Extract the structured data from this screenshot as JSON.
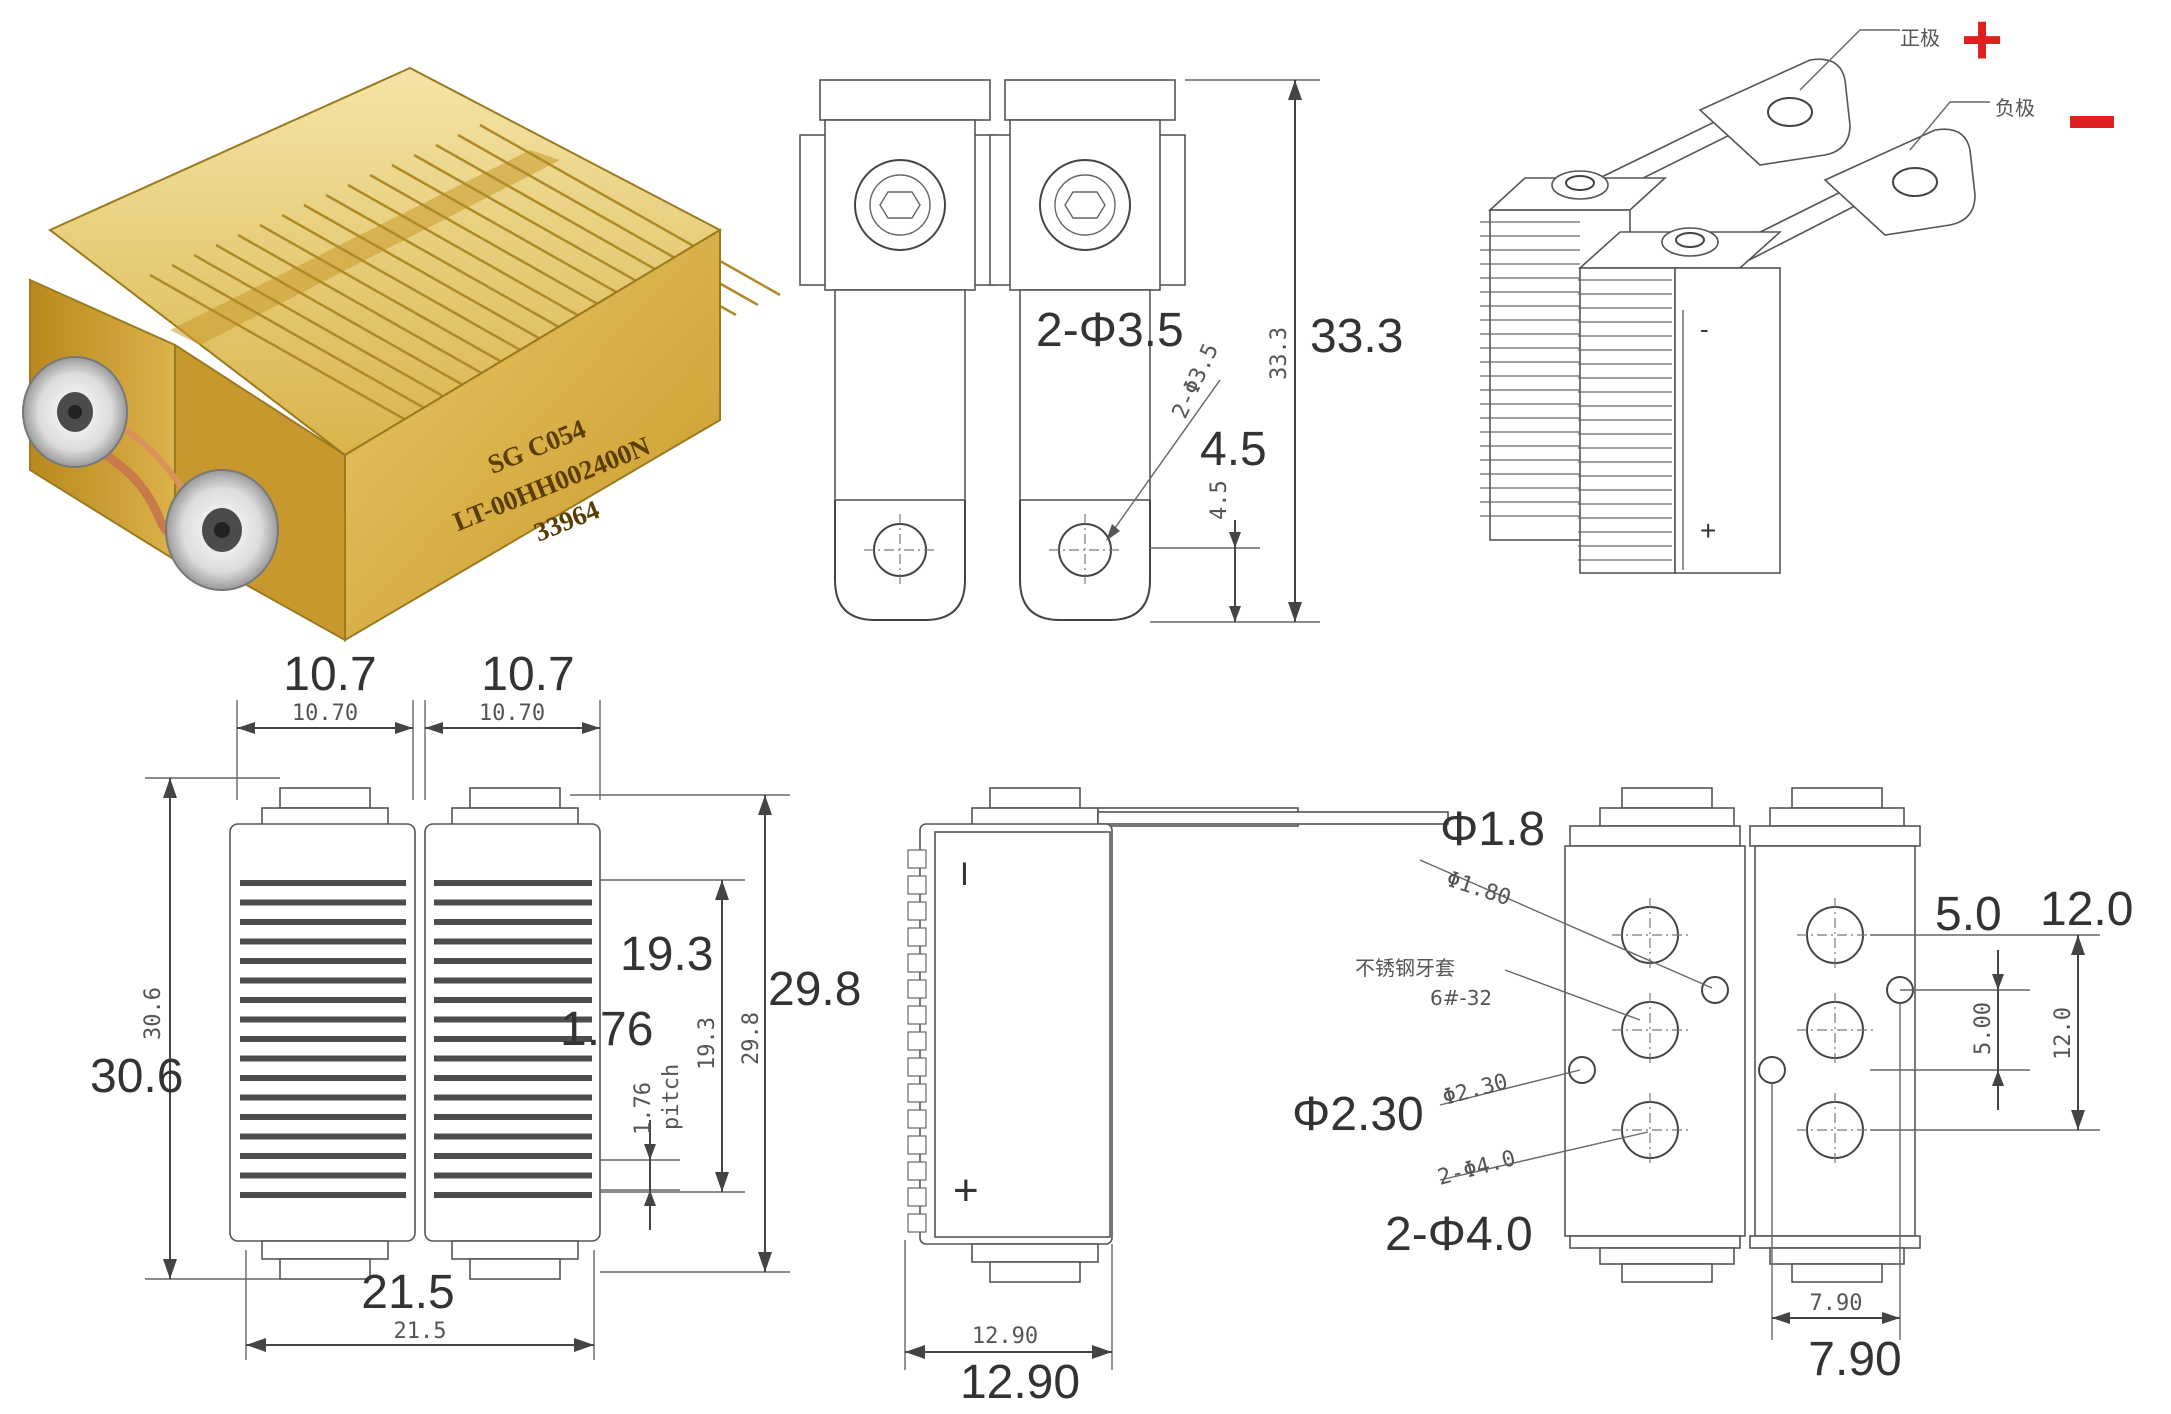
{
  "photo": {
    "print_line1": "SG C054",
    "print_line2": "LT-00HH002400N",
    "print_line3": "33964",
    "colors": {
      "gold": "#d9b44a",
      "gold_dark": "#a88420",
      "copper": "#c87a4a"
    }
  },
  "top_view": {
    "big_hole": "2-Φ3.5",
    "big_height": "33.3",
    "big_offset": "4.5",
    "small_hole": "2-Φ3.5",
    "small_height": "33.3",
    "small_offset": "4.5"
  },
  "iso_view": {
    "label_pos": "正极",
    "label_neg": "负极",
    "pos_symbol": "+",
    "neg_symbol": "−",
    "minus_mark": "-",
    "plus_mark": "+",
    "colors": {
      "accent": "#e02020"
    }
  },
  "front_view": {
    "big_w1": "10.7",
    "big_w2": "10.7",
    "small_w1": "10.70",
    "small_w2": "10.70",
    "big_h": "30.6",
    "small_h": "30.6",
    "big_inner": "19.3",
    "small_inner": "19.3",
    "big_pitch": "1.76",
    "small_pitch": "1.76",
    "small_pitch_word": "pitch",
    "big_total_h": "29.8",
    "small_total_h": "29.8",
    "big_width": "21.5",
    "small_width": "21.5"
  },
  "side_view": {
    "minus_mark": "I",
    "plus_mark": "+",
    "big_depth": "12.90",
    "small_depth": "12.90"
  },
  "terminal_view": {
    "big_phi18": "Φ1.8",
    "small_phi18": "Φ1.80",
    "cn_note1": "不锈钢牙套",
    "cn_note2": "6#-32",
    "big_phi230": "Φ2.30",
    "small_phi230": "Φ2.30",
    "big_phi40": "2-Φ4.0",
    "small_phi40": "2-Φ4.0",
    "big_5": "5.0",
    "small_5": "5.00",
    "big_12": "12.0",
    "small_12": "12.0",
    "big_790": "7.90",
    "small_790": "7.90"
  }
}
